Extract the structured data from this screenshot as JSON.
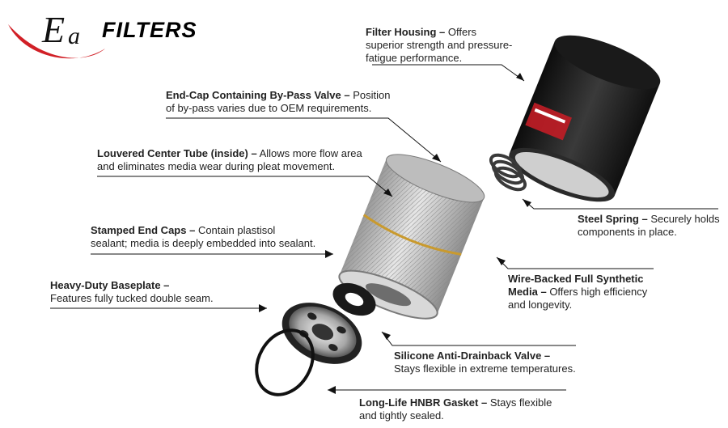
{
  "logo": {
    "e": "E",
    "a": "a",
    "word": "FILTERS",
    "swoosh_color": "#d11f26"
  },
  "callouts": [
    {
      "id": "filter-housing",
      "title": "Filter Housing –",
      "l1": "Offers",
      "l2": "superior strength and pressure-",
      "l3": "fatigue performance."
    },
    {
      "id": "end-cap-bypass",
      "title": "End-Cap Containing By-Pass Valve –",
      "l1": "Position",
      "l2": "of by-pass varies due to OEM requirements."
    },
    {
      "id": "louvered-center-tube",
      "title": "Louvered Center Tube (inside) –",
      "l1": "Allows more flow area",
      "l2": "and eliminates media wear during pleat movement."
    },
    {
      "id": "stamped-end-caps",
      "title": "Stamped End Caps –",
      "l1": "Contain plastisol",
      "l2": "sealant; media is deeply embedded into sealant."
    },
    {
      "id": "baseplate",
      "title": "Heavy-Duty Baseplate –",
      "l2": "Features fully tucked double seam."
    },
    {
      "id": "steel-spring",
      "title": "Steel Spring –",
      "l1": "Securely holds",
      "l2": "components in place."
    },
    {
      "id": "synthetic-media",
      "title": "Wire-Backed Full Synthetic",
      "title2": "Media –",
      "l1": "Offers high efficiency",
      "l2": "and longevity."
    },
    {
      "id": "drainback-valve",
      "title": "Silicone Anti-Drainback Valve –",
      "l2": "Stays flexible in extreme temperatures."
    },
    {
      "id": "gasket",
      "title": "Long-Life HNBR Gasket –",
      "l1": "Stays flexible",
      "l2": "and tightly sealed."
    }
  ],
  "colors": {
    "housing": "#1c1c1c",
    "media": "#c9c9c9",
    "accent_band": "#c99a2e",
    "label_red": "#d11f26"
  }
}
